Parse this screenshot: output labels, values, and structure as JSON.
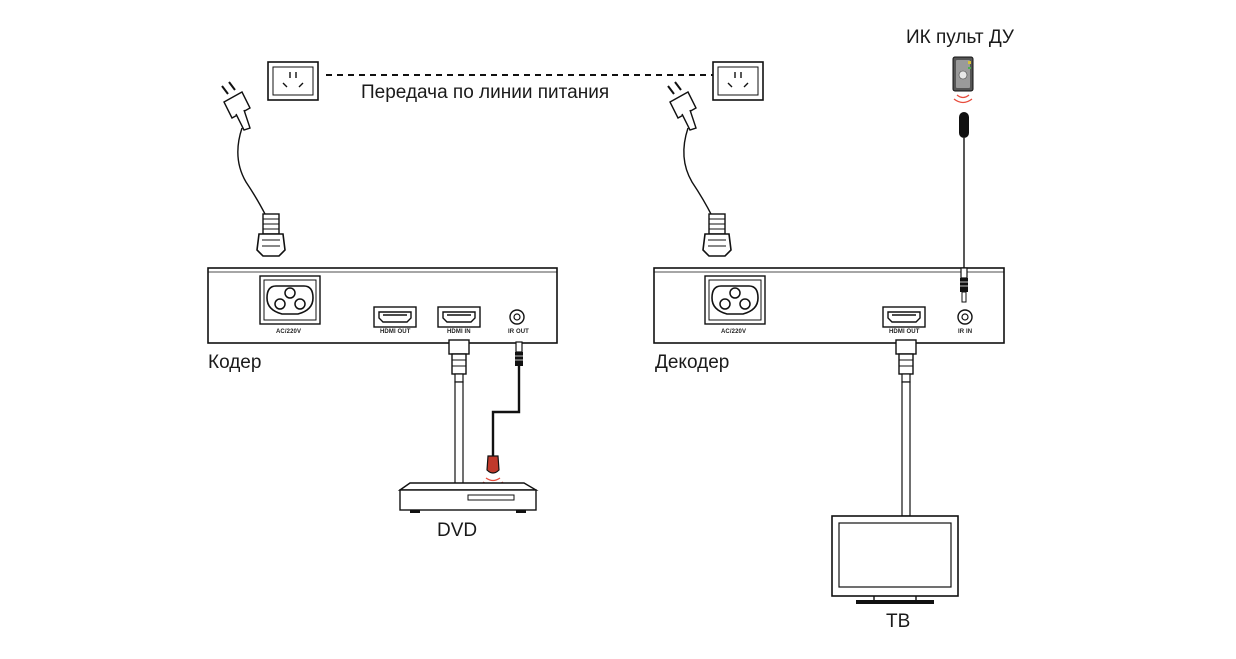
{
  "labels": {
    "remote": "ИК пульт ДУ",
    "powerline": "Передача по линии питания",
    "encoder": "Кодер",
    "decoder": "Декодер",
    "dvd": "DVD",
    "tv": "ТВ"
  },
  "encoder_ports": {
    "ac": "AC/220V",
    "hdmi_out": "HDMI OUT",
    "hdmi_in": "HDMI IN",
    "ir_out": "IR OUT"
  },
  "decoder_ports": {
    "ac": "AC/220V",
    "hdmi_out": "HDMI OUT",
    "ir_in": "IR IN"
  },
  "colors": {
    "line": "#111111",
    "ir_emitter": "#c0392b",
    "ir_waves": "#e74c3c"
  }
}
